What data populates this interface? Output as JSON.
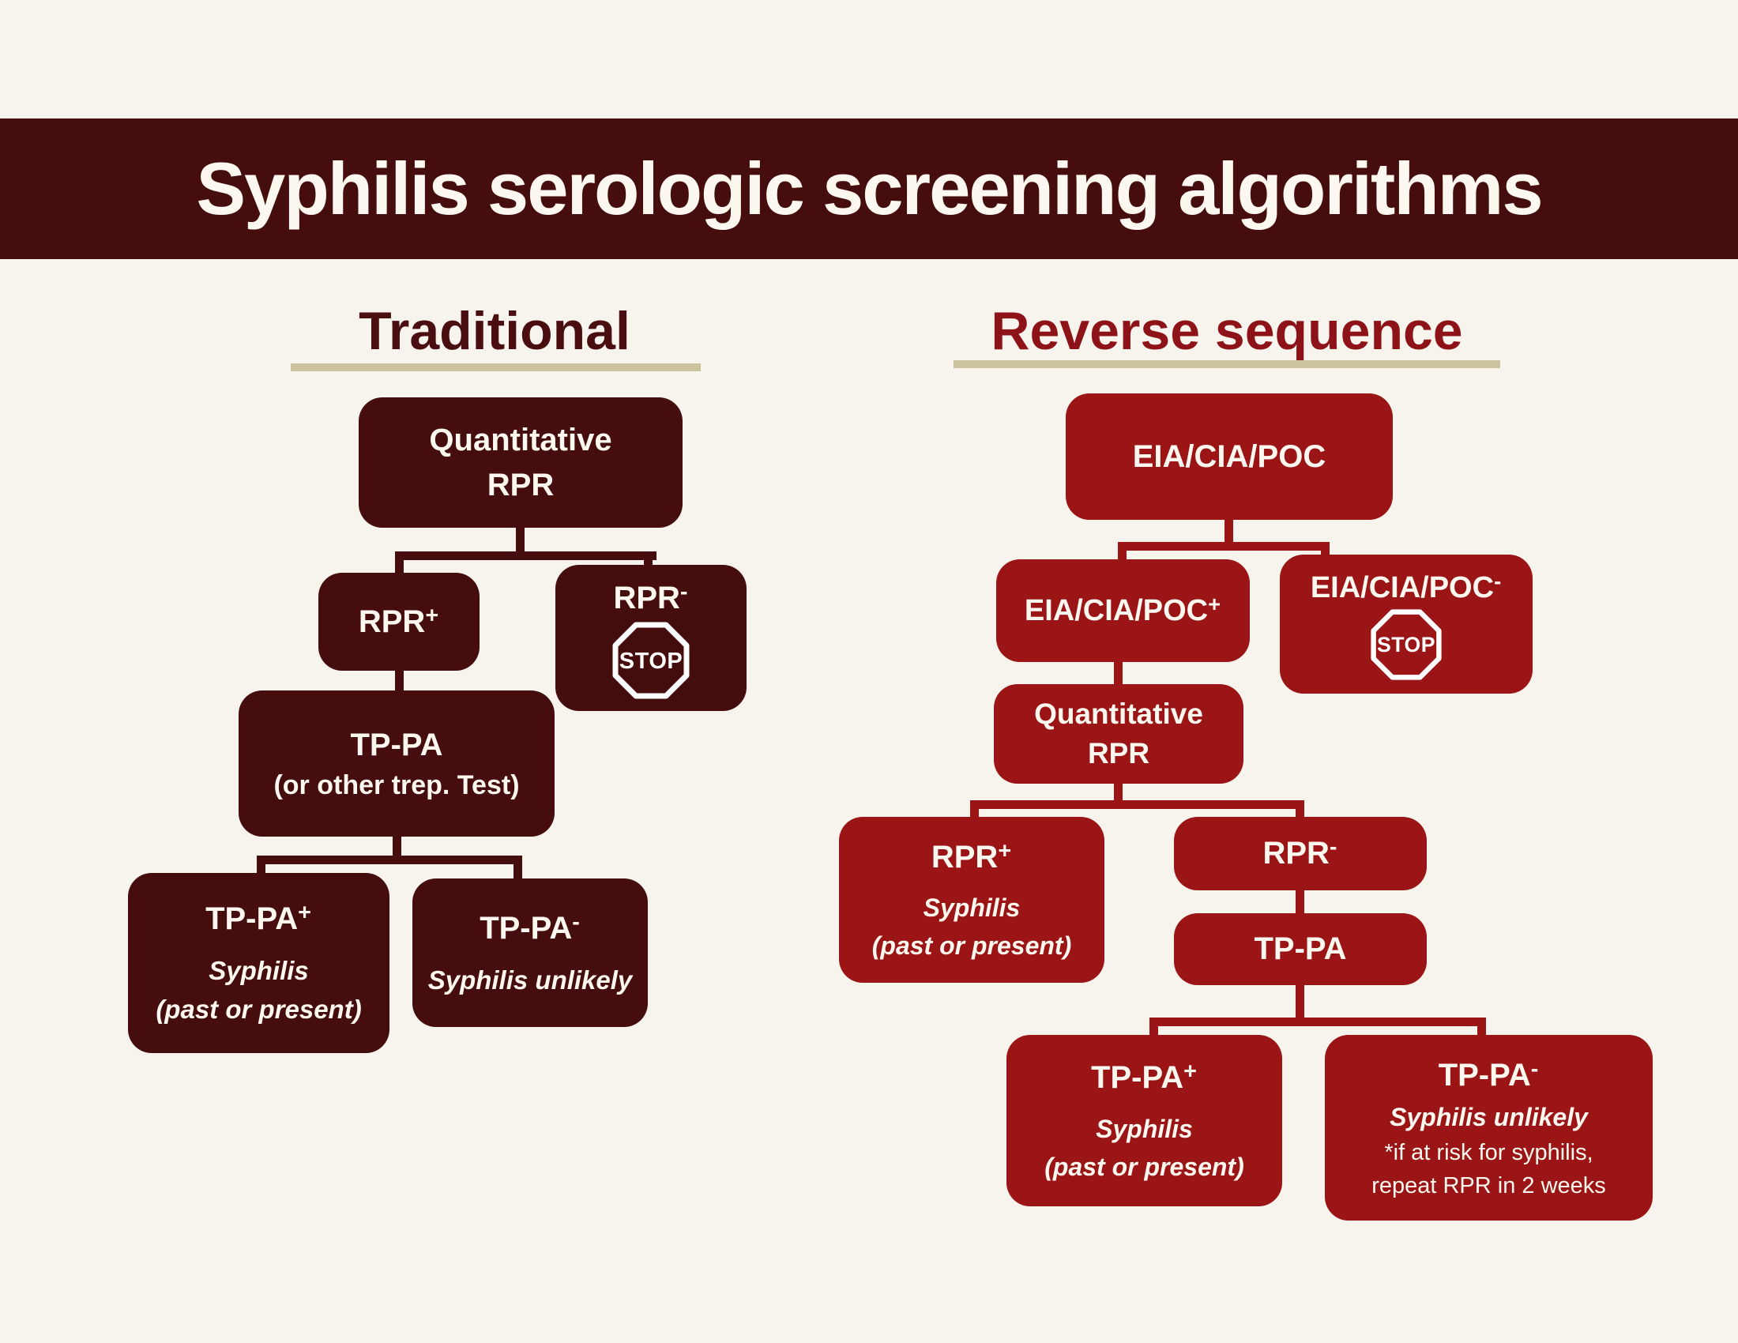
{
  "theme": {
    "cream": "#f6f4ec",
    "dark": "#450d0e",
    "red": "#9b1516",
    "tan": "#cbc29e",
    "heading_dark": "#4a0e11",
    "heading_red": "#8e1318",
    "light_text": "#fcf8f0"
  },
  "banner": {
    "title": "Syphilis serologic screening algorithms"
  },
  "traditional": {
    "heading": "Traditional",
    "nodes": {
      "quant": {
        "line1": "Quantitative",
        "line2": "RPR"
      },
      "rpr_pos": {
        "label": "RPR",
        "sign": "+"
      },
      "rpr_neg": {
        "label": "RPR",
        "sign": "-",
        "stop": "STOP"
      },
      "tppa": {
        "line1": "TP-PA",
        "line2": "(or other trep. Test)"
      },
      "tppa_pos": {
        "label": "TP-PA",
        "sign": "+",
        "sub1": "Syphilis",
        "sub2": "(past or present)"
      },
      "tppa_neg": {
        "label": "TP-PA",
        "sign": "-",
        "sub1": "Syphilis unlikely"
      }
    }
  },
  "reverse": {
    "heading": "Reverse sequence",
    "nodes": {
      "eia": {
        "label": "EIA/CIA/POC"
      },
      "eia_pos": {
        "label": "EIA/CIA/POC",
        "sign": "+"
      },
      "eia_neg": {
        "label": "EIA/CIA/POC",
        "sign": "-",
        "stop": "STOP"
      },
      "quant": {
        "line1": "Quantitative",
        "line2": "RPR"
      },
      "rpr_pos": {
        "label": "RPR",
        "sign": "+",
        "sub1": "Syphilis",
        "sub2": "(past or present)"
      },
      "rpr_neg": {
        "label": "RPR",
        "sign": "-"
      },
      "tppa": {
        "label": "TP-PA"
      },
      "tppa_pos": {
        "label": "TP-PA",
        "sign": "+",
        "sub1": "Syphilis",
        "sub2": "(past or present)"
      },
      "tppa_neg": {
        "label": "TP-PA",
        "sign": "-",
        "sub1": "Syphilis unlikely",
        "note1": "*if at risk for syphilis,",
        "note2": "repeat RPR in 2 weeks"
      }
    }
  }
}
